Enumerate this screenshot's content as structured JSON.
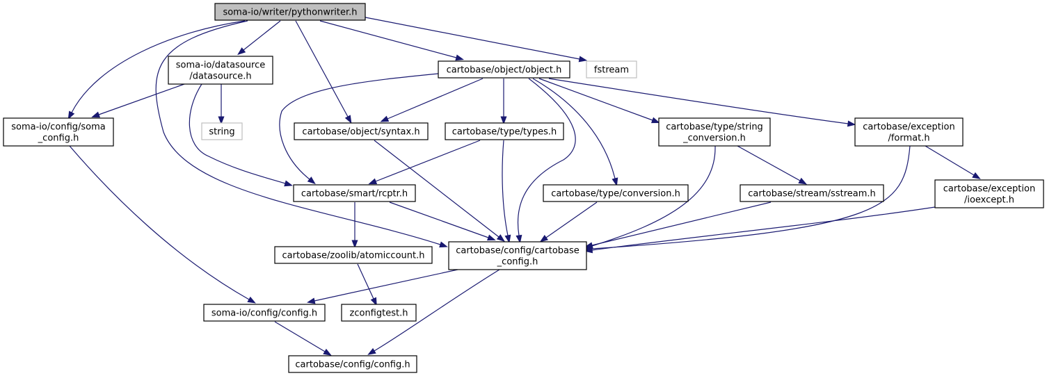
{
  "graph": {
    "nodes": [
      {
        "id": "pythonwriter",
        "lines": [
          "soma-io/writer/pythonwriter.h"
        ],
        "highlight": true
      },
      {
        "id": "datasource",
        "lines": [
          "soma-io/datasource",
          "/datasource.h"
        ]
      },
      {
        "id": "object",
        "lines": [
          "cartobase/object/object.h"
        ]
      },
      {
        "id": "fstream",
        "lines": [
          "fstream"
        ],
        "external": true
      },
      {
        "id": "soma_config",
        "lines": [
          "soma-io/config/soma",
          "_config.h"
        ]
      },
      {
        "id": "string",
        "lines": [
          "string"
        ],
        "external": true
      },
      {
        "id": "syntax",
        "lines": [
          "cartobase/object/syntax.h"
        ]
      },
      {
        "id": "types",
        "lines": [
          "cartobase/type/types.h"
        ]
      },
      {
        "id": "string_conversion",
        "lines": [
          "cartobase/type/string",
          "_conversion.h"
        ]
      },
      {
        "id": "format",
        "lines": [
          "cartobase/exception",
          "/format.h"
        ]
      },
      {
        "id": "rcptr",
        "lines": [
          "cartobase/smart/rcptr.h"
        ]
      },
      {
        "id": "conversion",
        "lines": [
          "cartobase/type/conversion.h"
        ]
      },
      {
        "id": "sstream",
        "lines": [
          "cartobase/stream/sstream.h"
        ]
      },
      {
        "id": "ioexcept",
        "lines": [
          "cartobase/exception",
          "/ioexcept.h"
        ]
      },
      {
        "id": "atomiccount",
        "lines": [
          "cartobase/zoolib/atomiccount.h"
        ]
      },
      {
        "id": "cartobase_config",
        "lines": [
          "cartobase/config/cartobase",
          "_config.h"
        ]
      },
      {
        "id": "somaio_config",
        "lines": [
          "soma-io/config/config.h"
        ]
      },
      {
        "id": "zconfigtest",
        "lines": [
          "zconfigtest.h"
        ]
      },
      {
        "id": "carto_config",
        "lines": [
          "cartobase/config/config.h"
        ]
      }
    ],
    "edges": [
      [
        "pythonwriter",
        "datasource"
      ],
      [
        "pythonwriter",
        "object"
      ],
      [
        "pythonwriter",
        "fstream"
      ],
      [
        "pythonwriter",
        "soma_config"
      ],
      [
        "pythonwriter",
        "syntax"
      ],
      [
        "pythonwriter",
        "cartobase_config"
      ],
      [
        "datasource",
        "soma_config"
      ],
      [
        "datasource",
        "string"
      ],
      [
        "datasource",
        "rcptr"
      ],
      [
        "object",
        "syntax"
      ],
      [
        "object",
        "types"
      ],
      [
        "object",
        "string_conversion"
      ],
      [
        "object",
        "format"
      ],
      [
        "object",
        "rcptr"
      ],
      [
        "object",
        "conversion"
      ],
      [
        "object",
        "cartobase_config"
      ],
      [
        "soma_config",
        "somaio_config"
      ],
      [
        "syntax",
        "cartobase_config"
      ],
      [
        "types",
        "rcptr"
      ],
      [
        "types",
        "cartobase_config"
      ],
      [
        "string_conversion",
        "sstream"
      ],
      [
        "string_conversion",
        "cartobase_config"
      ],
      [
        "format",
        "ioexcept"
      ],
      [
        "format",
        "cartobase_config"
      ],
      [
        "rcptr",
        "atomiccount"
      ],
      [
        "rcptr",
        "cartobase_config"
      ],
      [
        "conversion",
        "cartobase_config"
      ],
      [
        "sstream",
        "cartobase_config"
      ],
      [
        "ioexcept",
        "cartobase_config"
      ],
      [
        "atomiccount",
        "zconfigtest"
      ],
      [
        "cartobase_config",
        "somaio_config"
      ],
      [
        "cartobase_config",
        "carto_config"
      ],
      [
        "somaio_config",
        "carto_config"
      ]
    ]
  }
}
